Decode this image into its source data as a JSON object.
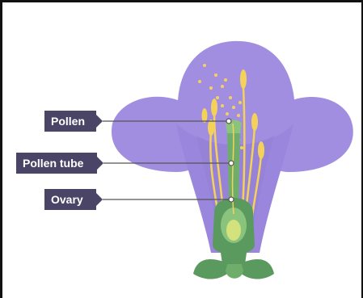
{
  "labels": {
    "pollen": "Pollen",
    "pollen_tube": "Pollen tube",
    "ovary": "Ovary"
  },
  "colors": {
    "petal": "#a18ee0",
    "petal_inner": "#9a86dc",
    "stamen": "#f4d25a",
    "stem": "#5a9a5e",
    "stem_light": "#8ac47c",
    "ovule": "#d3e27c",
    "label_bg": "#4a4466",
    "leader_line": "#555555"
  }
}
